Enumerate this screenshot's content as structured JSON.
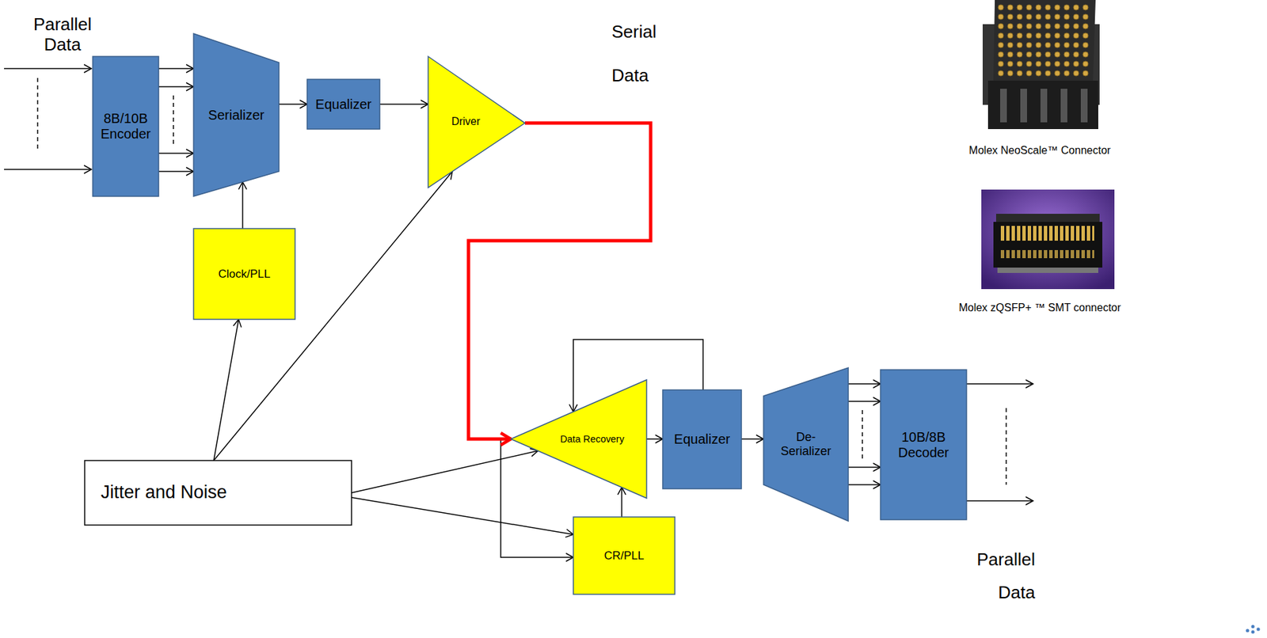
{
  "diagram": {
    "nodes": [
      {
        "text": [
          "8B/10B Encoder"
        ]
      },
      {
        "text": [
          "Serializer"
        ]
      },
      {
        "text": [
          "Equalizer"
        ]
      },
      {
        "text": [
          "Driver"
        ]
      },
      {
        "text": [
          "Clock/PLL"
        ]
      },
      {
        "text": [
          "Jitter and Noise"
        ]
      },
      {
        "text": [
          "Data Recovery"
        ]
      },
      {
        "text": [
          "Equalizer"
        ]
      },
      {
        "text": [
          "De- Serializer"
        ]
      },
      {
        "text": [
          "10B/8B Decoder"
        ]
      },
      {
        "text": [
          "CR/PLL"
        ]
      }
    ],
    "edges": [
      {
        "from": 0,
        "to": 1,
        "arrow": "to"
      },
      {
        "from": 0,
        "to": 1,
        "arrow": "to"
      },
      {
        "from": 0,
        "to": 1,
        "arrow": "to"
      },
      {
        "from": 0,
        "to": 1,
        "arrow": "to"
      },
      {
        "from": 1,
        "to": 2,
        "arrow": "to"
      },
      {
        "from": 2,
        "to": 3,
        "arrow": "to"
      },
      {
        "from": 4,
        "to": 1,
        "arrow": "to"
      },
      {
        "from": 5,
        "to": 4,
        "arrow": "to"
      },
      {
        "from": 5,
        "to": 3,
        "arrow": "to"
      },
      {
        "from": 3,
        "to": 10,
        "arrow": "to"
      },
      {
        "from": 3,
        "to": 6,
        "arrow": "to"
      },
      {
        "from": 5,
        "to": 6,
        "arrow": "to"
      },
      {
        "from": 5,
        "to": 10,
        "arrow": "to"
      },
      {
        "from": 10,
        "to": 6,
        "arrow": "to"
      },
      {
        "from": 6,
        "to": 7,
        "arrow": "to"
      },
      {
        "from": 7,
        "to": 6,
        "arrow": "to"
      },
      {
        "from": 7,
        "to": 8,
        "arrow": "to"
      },
      {
        "from": 8,
        "to": 9,
        "arrow": "to"
      },
      {
        "from": 8,
        "to": 9,
        "arrow": "to"
      },
      {
        "from": 8,
        "to": 9,
        "arrow": "to"
      },
      {
        "from": 8,
        "to": 9,
        "arrow": "to"
      }
    ],
    "labels": [
      "Parallel Data",
      "Serial Data",
      "Molex NeoScale™ Connector",
      "Molex zQSFP+ ™ SMT connector",
      "Parallel Data"
    ]
  }
}
